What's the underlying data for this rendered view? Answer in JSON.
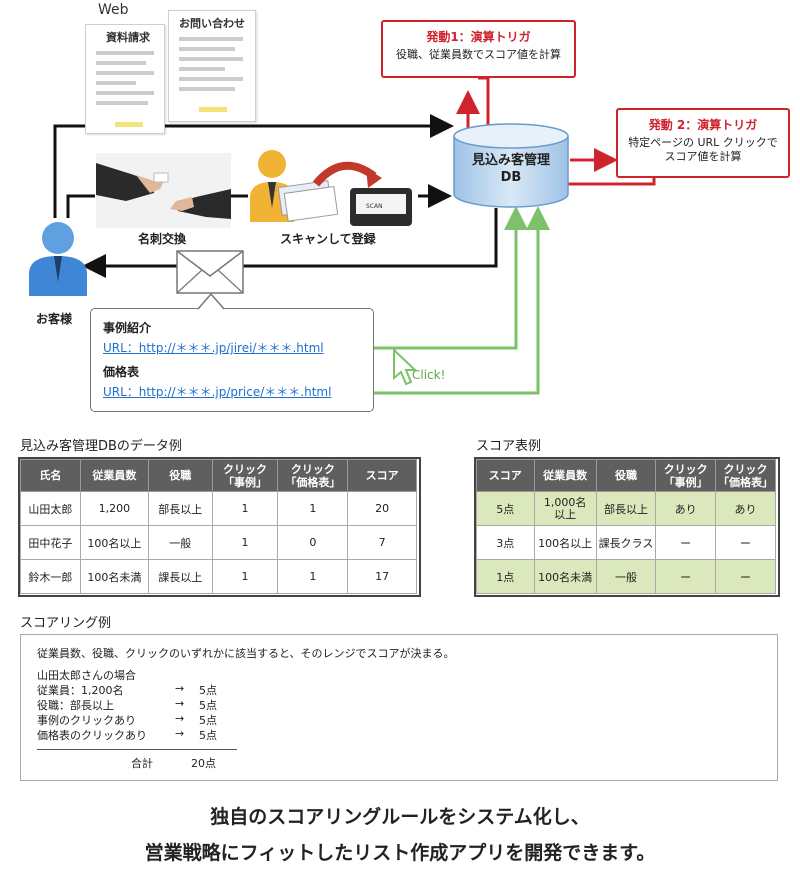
{
  "web": {
    "label": "Web",
    "doc1": "資料請求",
    "doc2": "お問い合わせ"
  },
  "db": {
    "line1": "見込み客管理",
    "line2": "DB"
  },
  "trigger1": {
    "title": "発動1：演算トリガ",
    "desc": "役職、従業員数でスコア値を計算"
  },
  "trigger2": {
    "title": "発動 2：演算トリガ",
    "desc1": "特定ページの URL クリックで",
    "desc2": "スコア値を計算"
  },
  "labels": {
    "card_exchange": "名刺交換",
    "scan_register": "スキャンして登録",
    "customer": "お客様",
    "scan": "SCAN",
    "click": "Click!"
  },
  "bubble": {
    "label1": "事例紹介",
    "url1": "URL：http://＊＊＊.jp/jirei/＊＊＊.html",
    "label2": "価格表",
    "url2": "URL：http://＊＊＊.jp/price/＊＊＊.html"
  },
  "db_table": {
    "title": "見込み客管理DBのデータ例",
    "headers": [
      "氏名",
      "従業員数",
      "役職",
      "クリック\n「事例」",
      "クリック\n「価格表」",
      "スコア"
    ],
    "rows": [
      [
        "山田太郎",
        "1,200",
        "部長以上",
        "1",
        "1",
        "20"
      ],
      [
        "田中花子",
        "100名以上",
        "一般",
        "1",
        "0",
        "7"
      ],
      [
        "鈴木一郎",
        "100名未満",
        "課長以上",
        "1",
        "1",
        "17"
      ]
    ]
  },
  "score_table": {
    "title": "スコア表例",
    "headers": [
      "スコア",
      "従業員数",
      "役職",
      "クリック\n「事例」",
      "クリック\n「価格表」"
    ],
    "rows": [
      [
        "5点",
        "1,000名\n以上",
        "部長以上",
        "あり",
        "あり"
      ],
      [
        "3点",
        "100名以上",
        "課長クラス",
        "ー",
        "ー"
      ],
      [
        "1点",
        "100名未満",
        "一般",
        "ー",
        "ー"
      ]
    ]
  },
  "scoring": {
    "title": "スコアリング例",
    "intro": "従業員数、役職、クリックのいずれかに該当すると、そのレンジでスコアが決まる。",
    "person": "山田太郎さんの場合",
    "items": [
      {
        "label": "従業員：1,200名",
        "arrow": "→",
        "value": "5点"
      },
      {
        "label": "役職：部長以上",
        "arrow": "→",
        "value": "5点"
      },
      {
        "label": "事例のクリックあり",
        "arrow": "→",
        "value": "5点"
      },
      {
        "label": "価格表のクリックあり",
        "arrow": "→",
        "value": "5点"
      }
    ],
    "total_label": "合計",
    "total_value": "20点"
  },
  "footer": {
    "line1": "独自のスコアリングルールをシステム化し、",
    "line2": "営業戦略にフィットしたリスト作成アプリを開発できます。"
  },
  "colors": {
    "accent_red": "#d0232e",
    "green_line": "#7dc16b",
    "db_blue": "#bcd6ef",
    "link_blue": "#1e6fd0",
    "header_gray": "#5f5f5f",
    "green_row": "#dbe8bc"
  }
}
